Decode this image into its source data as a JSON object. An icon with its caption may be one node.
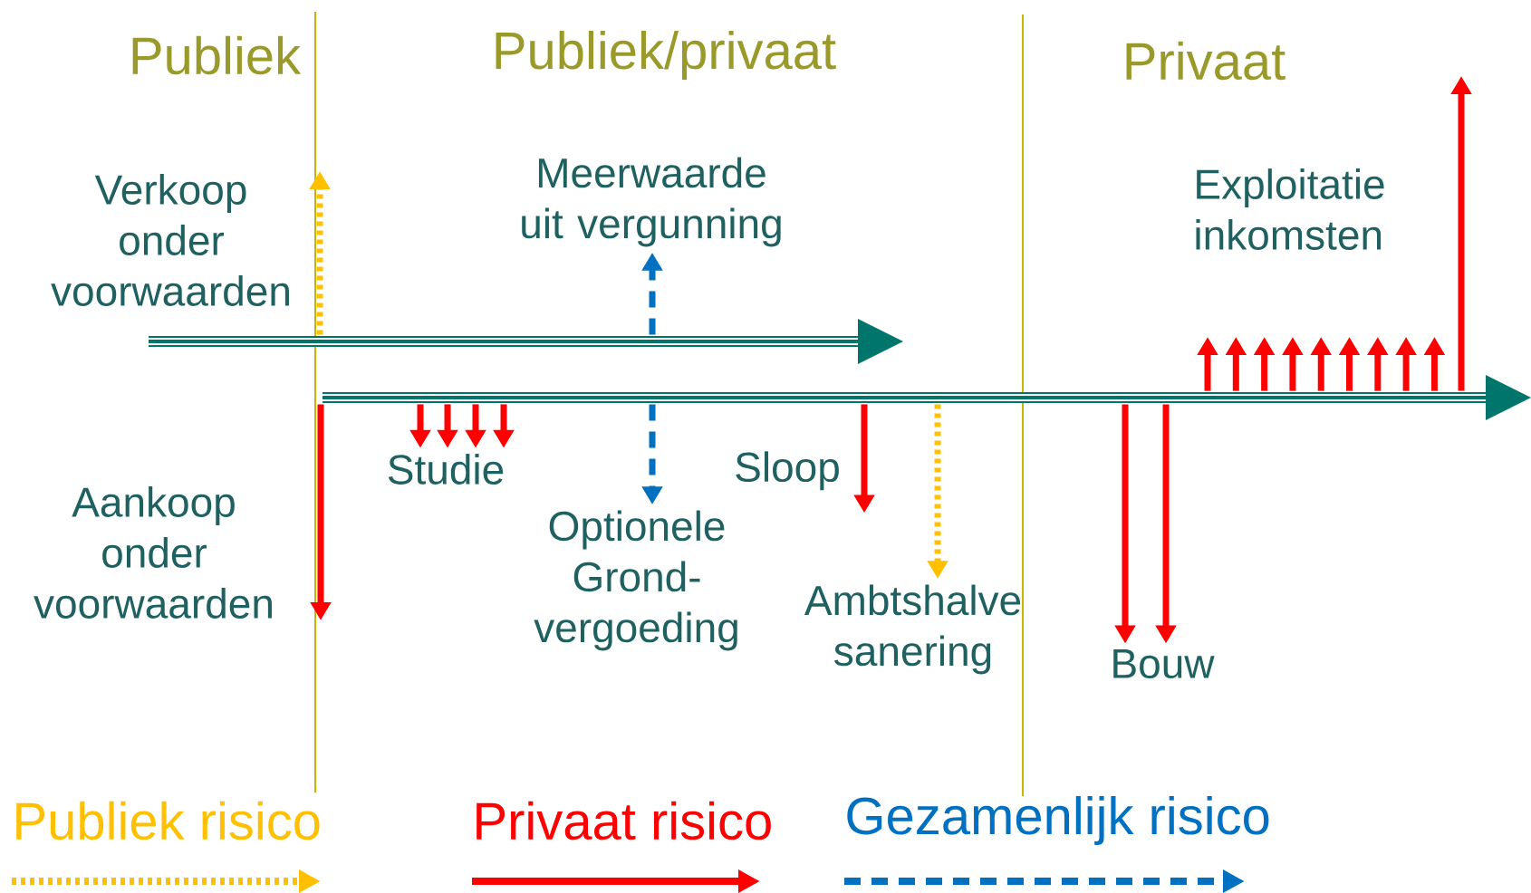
{
  "diagram": {
    "nodes": [
      {
        "text": [],
        "shape": "arrow"
      },
      {
        "text": [],
        "shape": "arrow"
      },
      {
        "text": [
          "Meerwaarde uit vergunning"
        ]
      },
      {
        "text": [
          "Studie"
        ]
      },
      {
        "text": [
          "Optionele Grond- vergoeding"
        ]
      },
      {
        "text": [
          "Ambtshalve sanering"
        ]
      },
      {
        "text": [
          "Bouw"
        ]
      },
      {
        "text": [
          "Sloop"
        ]
      }
    ],
    "edges": [
      {
        "from": 0,
        "to": null,
        "arrow": "to",
        "style": "dashed",
        "color": "#ffc000"
      },
      {
        "from": 0,
        "to": 2,
        "arrow": "to",
        "style": "dashed",
        "color": "#0070c0"
      },
      {
        "from": 1,
        "to": null,
        "arrow": "to"
      },
      {
        "from": 1,
        "to": 3,
        "arrow": "to"
      },
      {
        "from": 1,
        "to": 3,
        "arrow": "to"
      },
      {
        "from": 1,
        "to": 3,
        "arrow": "to"
      },
      {
        "from": 1,
        "to": 3,
        "arrow": "to"
      },
      {
        "from": 1,
        "to": 4,
        "arrow": "to",
        "style": "dashed",
        "color": "#0070c0"
      },
      {
        "from": 1,
        "to": 7,
        "arrow": "to"
      },
      {
        "from": 1,
        "to": 5,
        "arrow": "to",
        "style": "dashed",
        "color": "#ffc000"
      },
      {
        "from": 1,
        "to": 6,
        "arrow": "to"
      },
      {
        "from": 1,
        "to": 6,
        "arrow": "to"
      },
      {
        "from": 1,
        "to": null,
        "arrow": "to"
      },
      {
        "from": 1,
        "to": null,
        "arrow": "to"
      },
      {
        "from": 1,
        "to": null,
        "arrow": "to"
      },
      {
        "from": 1,
        "to": null,
        "arrow": "to"
      },
      {
        "from": 1,
        "to": null,
        "arrow": "to"
      },
      {
        "from": 1,
        "to": null,
        "arrow": "to"
      },
      {
        "from": 1,
        "to": null,
        "arrow": "to"
      },
      {
        "from": 1,
        "to": null,
        "arrow": "to"
      },
      {
        "from": 1,
        "to": null,
        "arrow": "to"
      },
      {
        "from": 1,
        "to": null,
        "arrow": "to"
      }
    ],
    "labels": [
      "Publiek",
      "Publiek/privaat",
      "Privaat",
      "Verkoop onder voorwaarden",
      "Exploitatie inkomsten",
      "Aankoop onder voorwaarden"
    ],
    "legend": [
      {
        "text": "Publiek risico",
        "color": "#ffc000"
      },
      {
        "text": "Privaat risico",
        "color": "#ff0000"
      },
      {
        "text": "Gezamenlijk risico",
        "color": "#0070c0"
      }
    ]
  }
}
